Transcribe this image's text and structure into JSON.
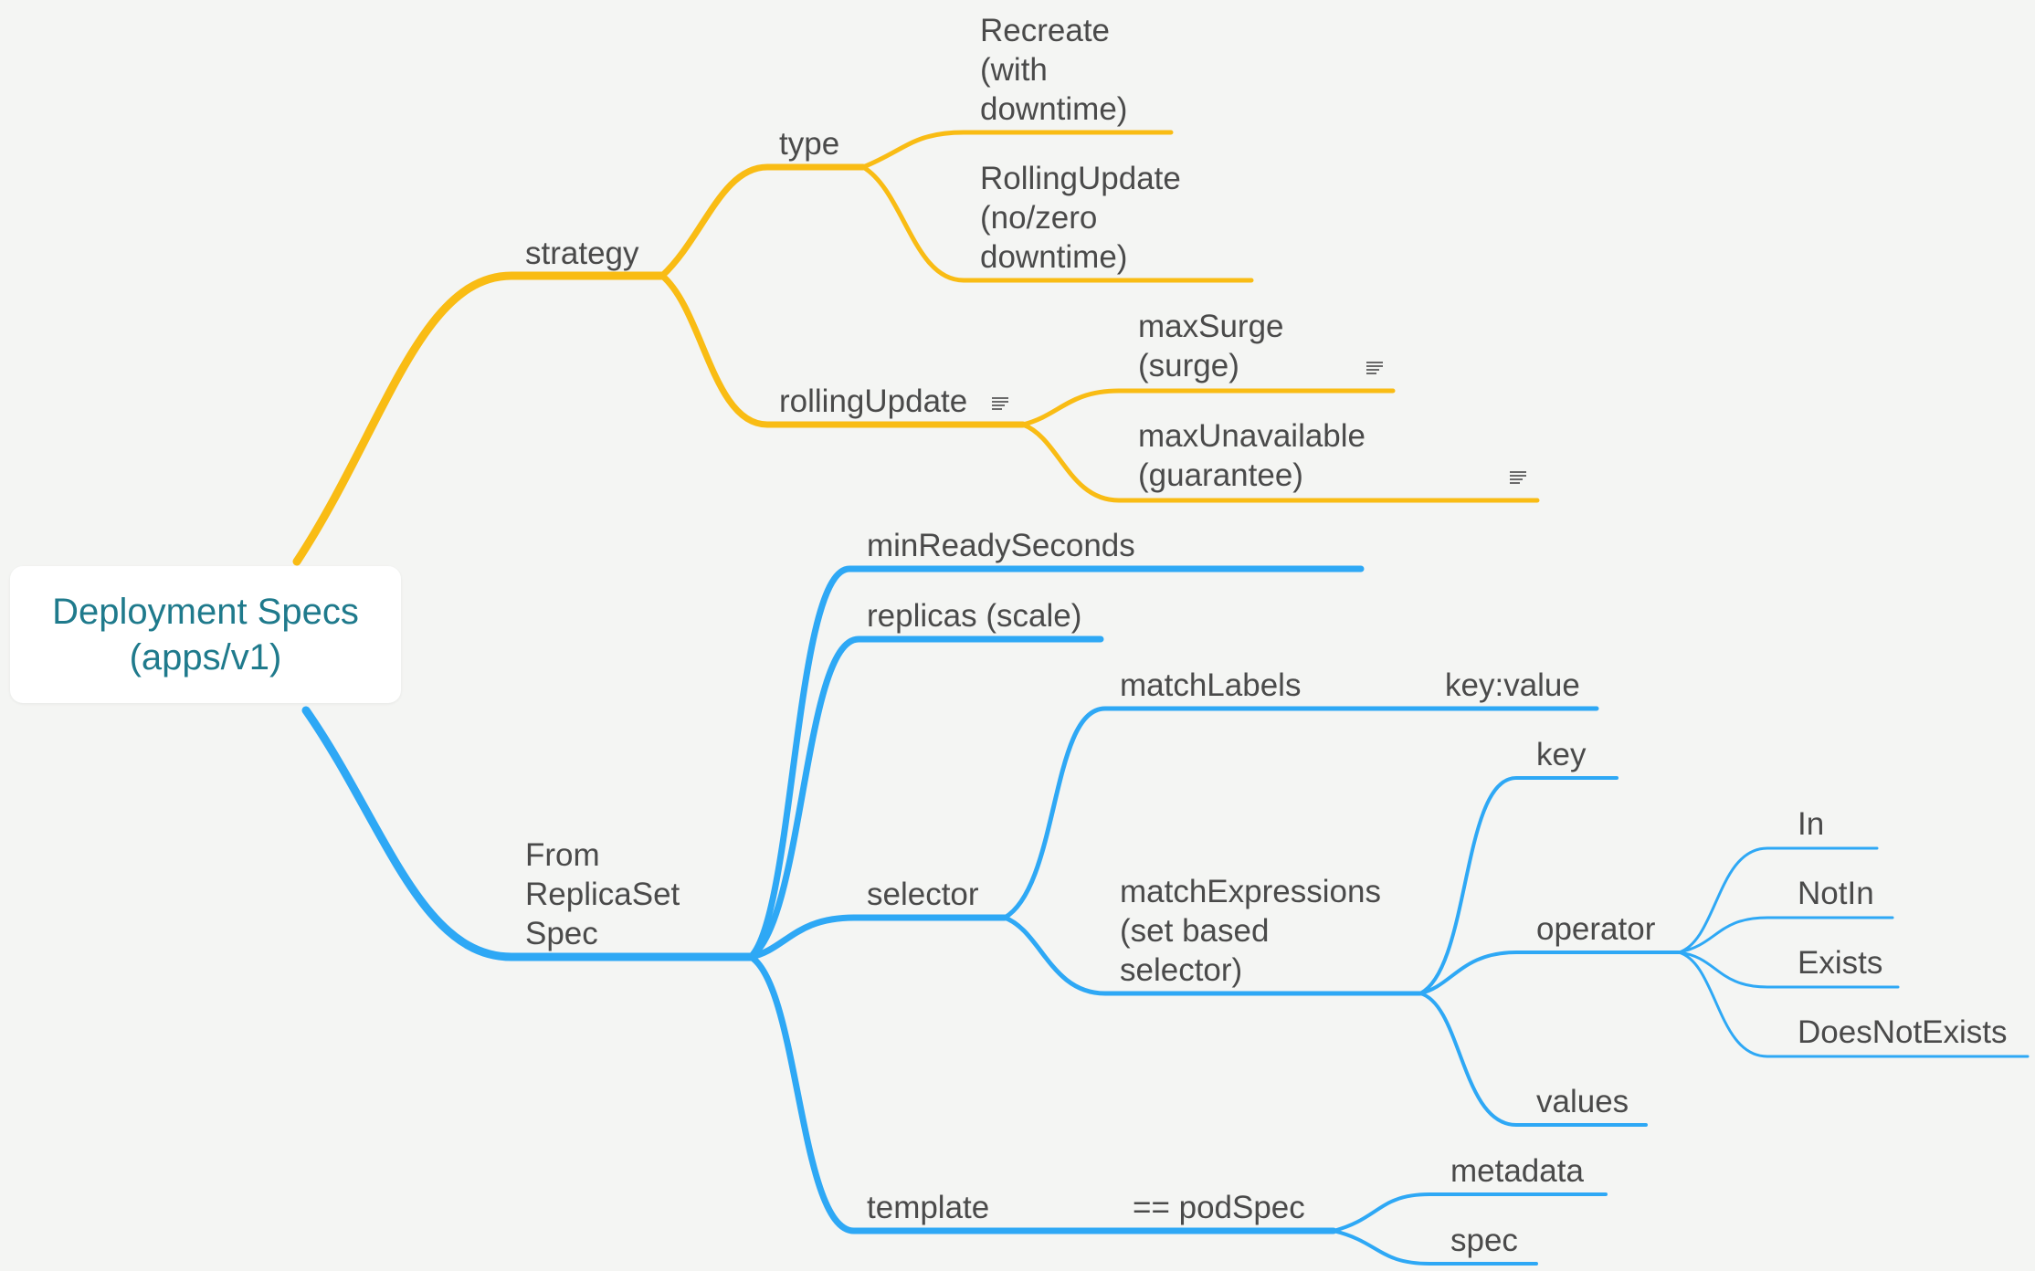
{
  "colors": {
    "background": "#f4f5f3",
    "root_text": "#1f7a8c",
    "branch_strategy": "#f9bc14",
    "branch_replicaset": "#2ea8f5",
    "label_text": "#4a4a4a"
  },
  "root": {
    "label": "Deployment Specs\n(apps/v1)"
  },
  "nodes": {
    "strategy": "strategy",
    "type": "type",
    "recreate": "Recreate\n(with\ndowntime)",
    "rolling_update_type": "RollingUpdate\n(no/zero\ndowntime)",
    "rolling_update": "rollingUpdate",
    "max_surge": "maxSurge\n(surge)",
    "max_unavailable": "maxUnavailable\n(guarantee)",
    "from_replicaset": "From\nReplicaSet\nSpec",
    "min_ready_seconds": "minReadySeconds",
    "replicas": "replicas (scale)",
    "selector": "selector",
    "match_labels": "matchLabels",
    "key_value": "key:value",
    "match_expressions": "matchExpressions\n(set based\nselector)",
    "key": "key",
    "operator": "operator",
    "op_in": "In",
    "op_not_in": "NotIn",
    "op_exists": "Exists",
    "op_does_not_exists": "DoesNotExists",
    "values": "values",
    "template": "template",
    "pod_spec": "== podSpec",
    "metadata": "metadata",
    "spec": "spec"
  },
  "notes": {
    "rolling_update": "note-icon",
    "max_surge": "note-icon",
    "max_unavailable": "note-icon"
  }
}
